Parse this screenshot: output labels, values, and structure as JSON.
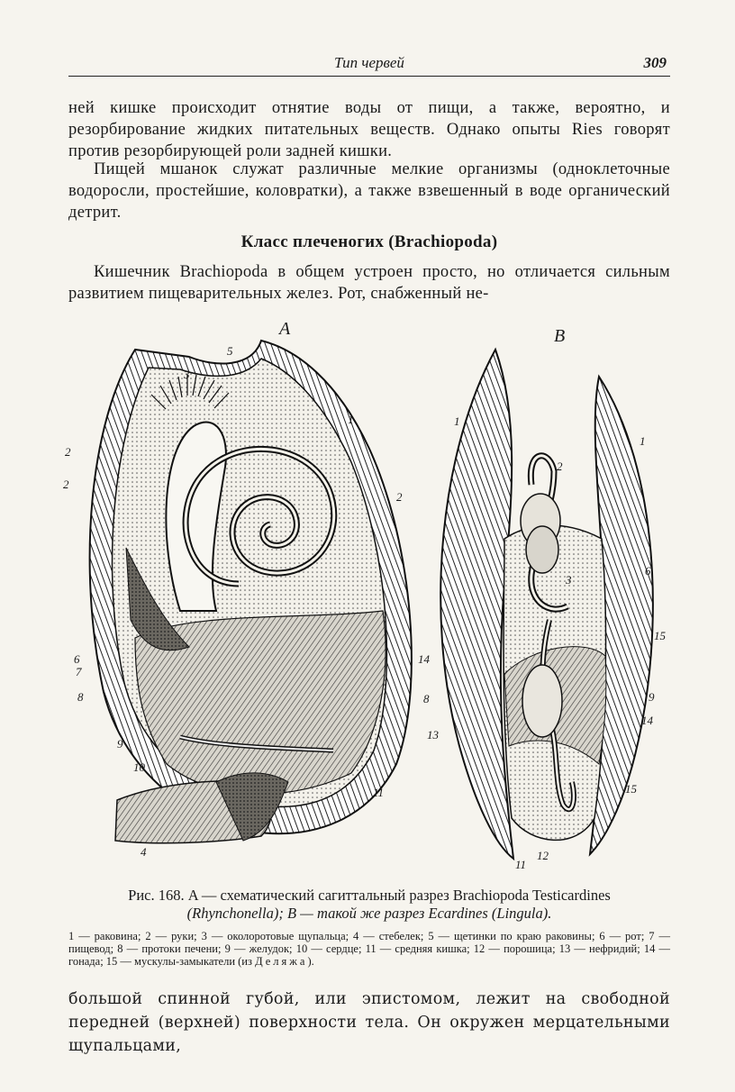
{
  "header": {
    "running_title": "Тип червей",
    "page_number": "309"
  },
  "paragraphs": {
    "p1": "ней кишке происходит отнятие воды от пищи, а также, вероятно, и резорбирование жидких питательных веществ. Однако опыты Ries говорят против резорбирующей роли задней кишки.",
    "p2": "Пищей мшанок служат различные мелкие организмы (одноклеточные водоросли, простейшие, коловратки), а также взвешенный в воде органический детрит.",
    "p3": "Кишечник Brachiopoda в общем устроен просто, но отличается сильным развитием пищеварительных желез. Рот, снабженный не-",
    "p4": "большой спинной губой, или эпистомом, лежит на свободной передней (верхней) поверхности тела. Он окружен мерцательными щупальцами,"
  },
  "section_heading": "Класс плеченогих (Brachiopoda)",
  "figure": {
    "panel_a_letter": "A",
    "panel_b_letter": "B",
    "labels_a": [
      "1",
      "2",
      "2",
      "2",
      "3",
      "4",
      "5",
      "6",
      "7",
      "8",
      "9",
      "10",
      "11"
    ],
    "labels_b": [
      "1",
      "1",
      "2",
      "3",
      "6",
      "8",
      "9",
      "11",
      "12",
      "13",
      "14",
      "14",
      "15",
      "15"
    ]
  },
  "caption": {
    "line1": "Рис. 168. A — схематический сагиттальный разрез Brachiopoda Testicardines",
    "line2": "(Rhynchonella); B — такой же разрез Ecardines (Lingula)."
  },
  "legend": {
    "text": "1 — раковина; 2 — руки; 3 — околоротовые щупальца; 4 — стебелек; 5 — щетинки по краю раковины; 6 — рот; 7 — пищевод; 8 — протоки печени; 9 — желудок; 10 — сердце; 11 — средняя кишка; 12 — порошица; 13 — нефридий; 14 — гонада; 15 — мускулы-замыкатели",
    "source_prefix": "(из",
    "source_author": "Деляжа",
    "source_suffix": ")."
  }
}
